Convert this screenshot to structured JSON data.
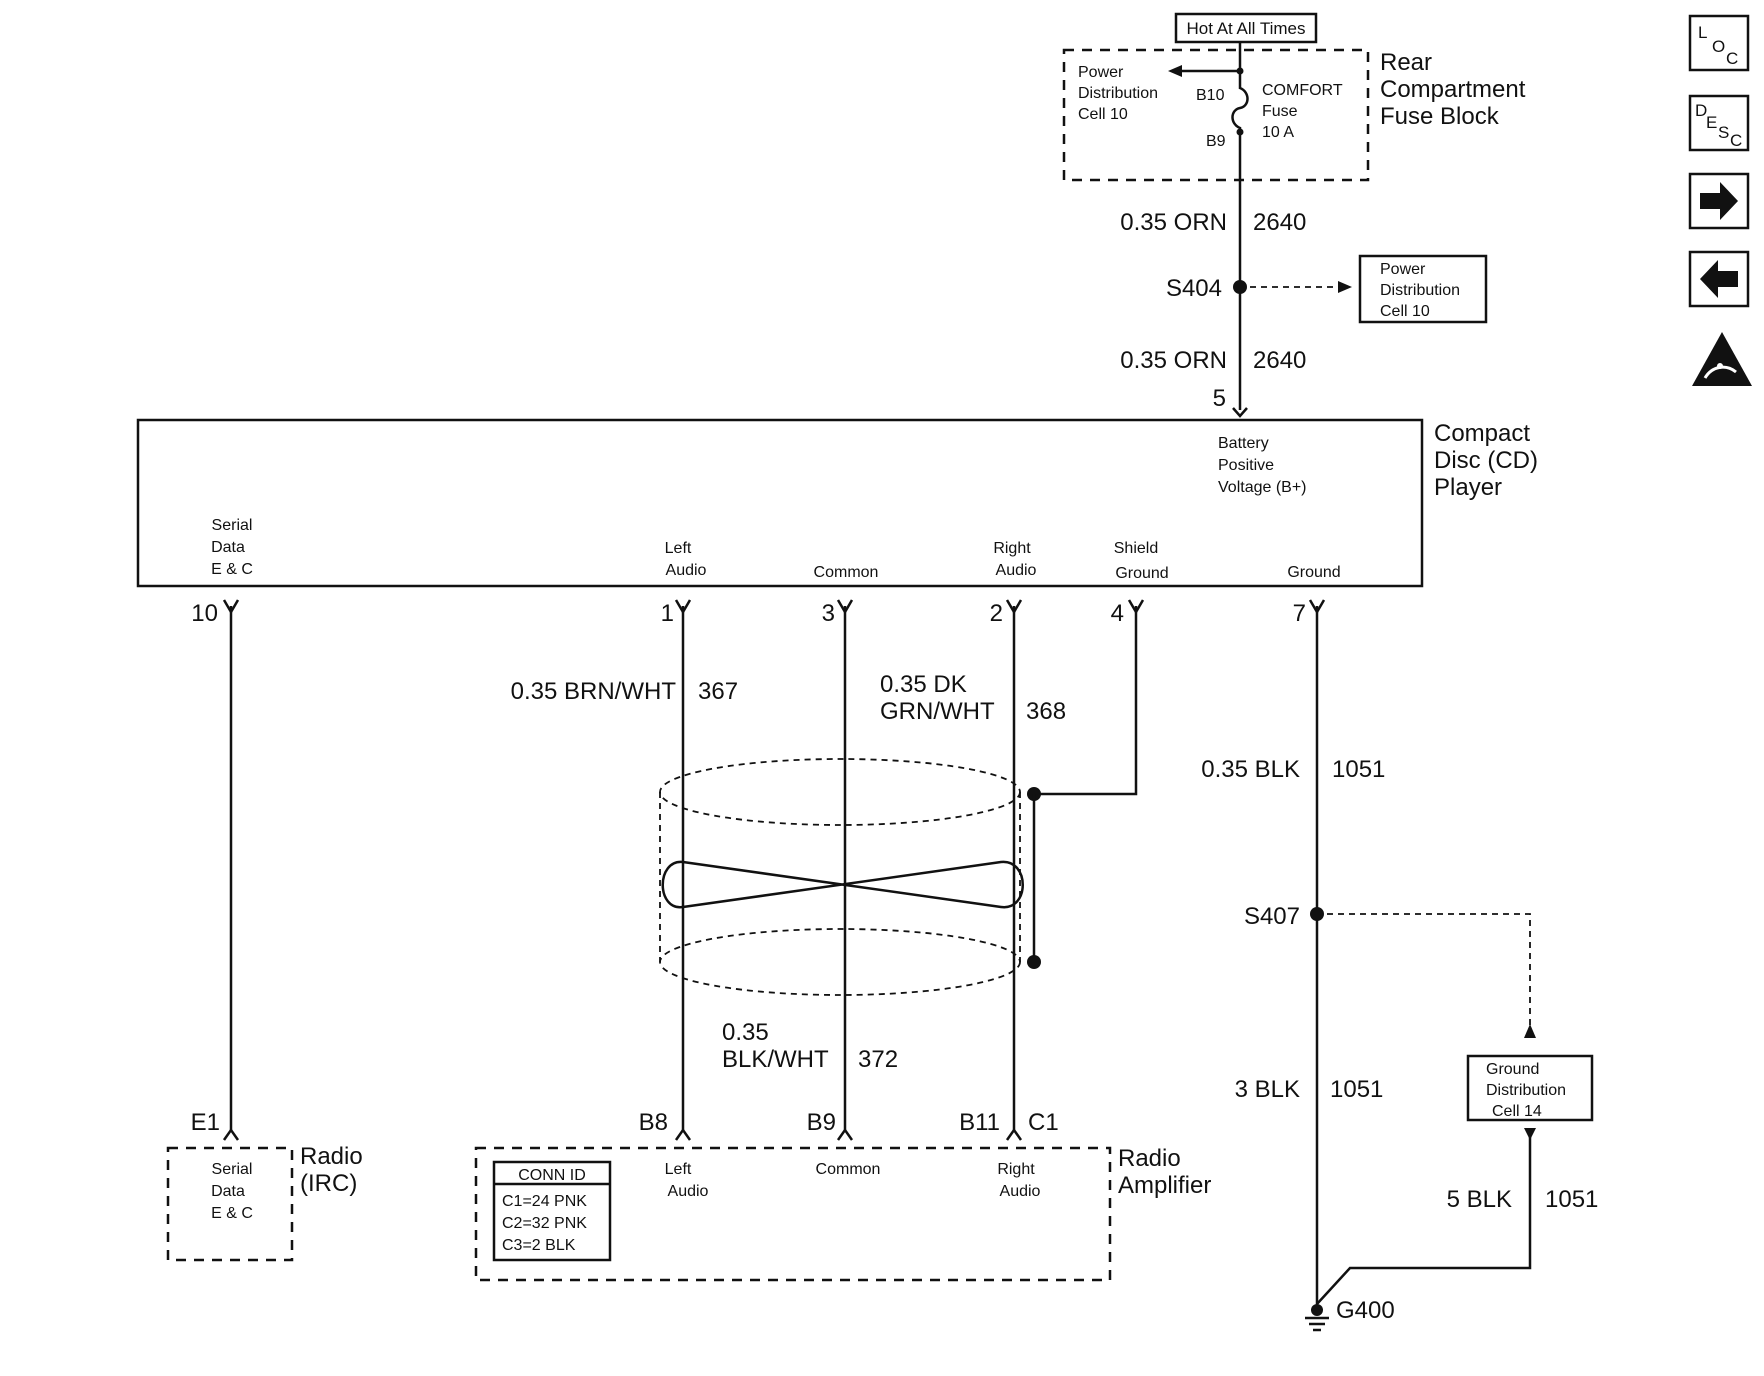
{
  "fuse_block": {
    "hot_label": "Hot At All Times",
    "name": [
      "Rear",
      "Compartment",
      "Fuse Block"
    ],
    "power_dist": [
      "Power",
      "Distribution",
      "Cell 10"
    ],
    "pin_top": "B10",
    "pin_bottom": "B9",
    "fuse": [
      "COMFORT",
      "Fuse",
      "10 A"
    ]
  },
  "upper_wire_1": {
    "gauge": "0.35 ORN",
    "circuit": "2640"
  },
  "splice_s404": "S404",
  "power_dist_ref": [
    "Power",
    "Distribution",
    "Cell 10"
  ],
  "upper_wire_2": {
    "gauge": "0.35 ORN",
    "circuit": "2640"
  },
  "cd_player": {
    "name": [
      "Compact",
      "Disc (CD)",
      "Player"
    ],
    "batt_pin": "5",
    "batt_label": [
      "Battery",
      "Positive",
      "Voltage (B+)"
    ],
    "pins": [
      {
        "num": "10",
        "label": [
          "Serial",
          "Data",
          "E & C"
        ]
      },
      {
        "num": "1",
        "label": [
          "Left",
          "Audio"
        ]
      },
      {
        "num": "3",
        "label": [
          "Common"
        ]
      },
      {
        "num": "2",
        "label": [
          "Right",
          "Audio"
        ]
      },
      {
        "num": "4",
        "label": [
          "Shield",
          "Ground"
        ]
      },
      {
        "num": "7",
        "label": [
          "Ground"
        ]
      }
    ]
  },
  "wire_367": {
    "gauge": "0.35 BRN/WHT",
    "circuit": "367"
  },
  "wire_368": {
    "gauge": [
      "0.35 DK",
      "GRN/WHT"
    ],
    "circuit": "368"
  },
  "wire_372": {
    "gauge": [
      "0.35",
      "BLK/WHT"
    ],
    "circuit": "372"
  },
  "ground_wire_1": {
    "gauge": "0.35 BLK",
    "circuit": "1051"
  },
  "splice_s407": "S407",
  "ground_wire_2": {
    "gauge": "3 BLK",
    "circuit": "1051"
  },
  "ground_dist_ref": [
    "Ground",
    "Distribution",
    "Cell 14"
  ],
  "ground_wire_3": {
    "gauge": "5 BLK",
    "circuit": "1051"
  },
  "ground_g400": "G400",
  "radio": {
    "pin": "E1",
    "label": [
      "Serial",
      "Data",
      "E & C"
    ],
    "name": [
      "Radio",
      "(IRC)"
    ]
  },
  "amplifier": {
    "pins": [
      "B8",
      "B9",
      "B11",
      "C1"
    ],
    "pin_labels": [
      [
        "Left",
        "Audio"
      ],
      [
        "Common"
      ],
      [
        "Right",
        "Audio"
      ]
    ],
    "name": [
      "Radio",
      "Amplifier"
    ],
    "conn_id": {
      "title": "CONN ID",
      "rows": [
        "C1=24 PNK",
        "C2=32 PNK",
        "C3=2 BLK"
      ]
    }
  },
  "nav": {
    "loc": [
      "L",
      "O",
      "C"
    ],
    "desc": [
      "D",
      "E",
      "S",
      "C"
    ],
    "next_icon": "right-arrow-icon",
    "prev_icon": "left-arrow-icon",
    "esd_icon": "esd-warning-icon"
  }
}
